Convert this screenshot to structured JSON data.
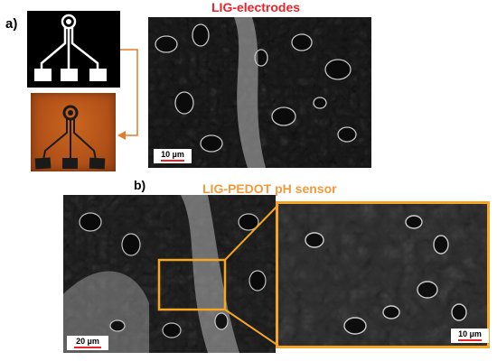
{
  "panel_a": {
    "letter": "a)",
    "title": "LIG-electrodes",
    "scale_label": "10 µm"
  },
  "panel_b": {
    "letter": "b)",
    "title": "LIG-PEDOT pH sensor",
    "scale_label": "20 µm",
    "zoom_scale_label": "10 µm"
  },
  "colors": {
    "title_a": "#e8232a",
    "title_b": "#f39a3a",
    "arrow": "#e47b2c",
    "zoom_box": "#f5a623",
    "scale_bar": "#e8232a",
    "polyimide": "#b8561a"
  }
}
